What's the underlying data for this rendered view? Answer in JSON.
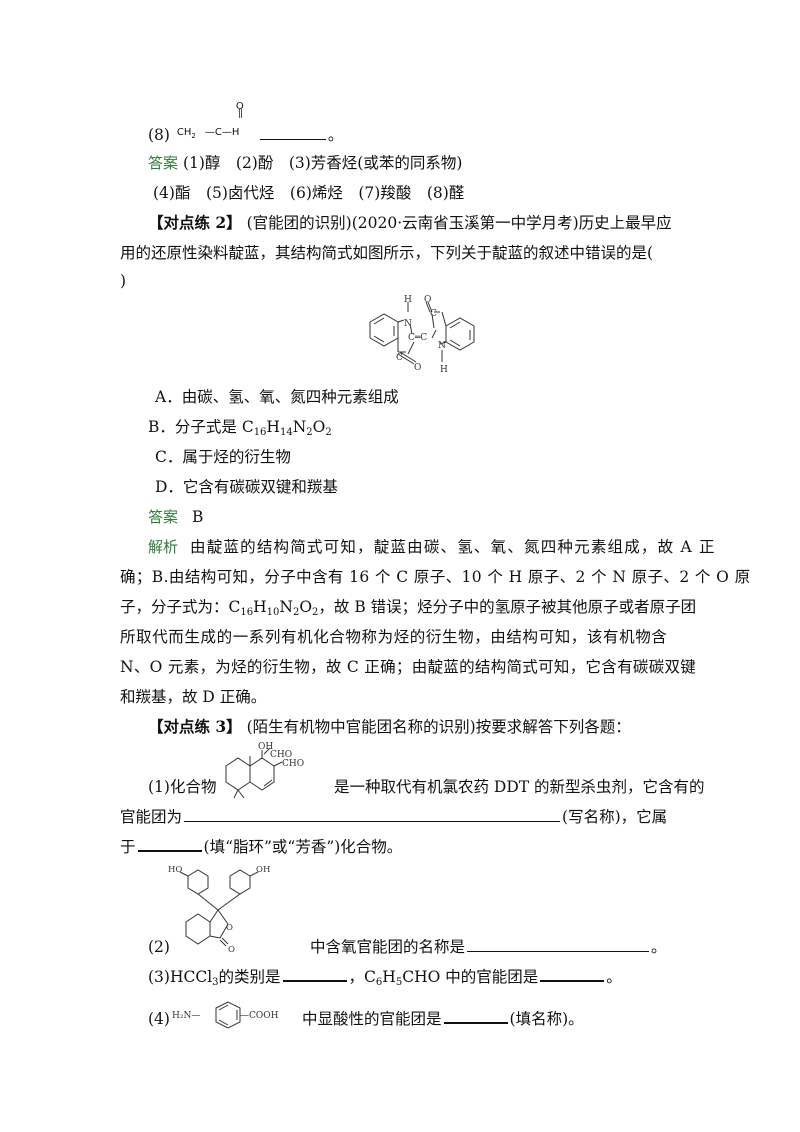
{
  "q8": {
    "label": "(8)",
    "ch": "CH",
    "sub2": "2",
    "dash1": "—C—H",
    "o": "O",
    "end": "。"
  },
  "answer1": {
    "tag": "答案",
    "line1": " (1)醇　(2)酚　(3)芳香烃(或苯的同系物)",
    "line2": "(4)酯　(5)卤代烃　(6)烯烃　(7)羧酸　(8)醛"
  },
  "ex2": {
    "tag": "【对点练 2】",
    "line1": " (官能团的识别)(2020·云南省玉溪第一中学月考)历史上最早应",
    "line2": "用的还原性染料靛蓝，其结构简式如图所示，下列关于靛蓝的叙述中错误的是(",
    "line3": ")",
    "struct": {
      "h": "H",
      "n": "N",
      "o": "O",
      "c": "C",
      "eq": "C═C"
    },
    "optA": "A．由碳、氢、氧、氮四种元素组成",
    "optB_pre": "B．分子式是 C",
    "optB_16": "16",
    "optB_h": "H",
    "optB_14": "14",
    "optB_n": "N",
    "optB_2a": "2",
    "optB_o": "O",
    "optB_2b": "2",
    "optC": "C．属于烃的衍生物",
    "optD": "D．它含有碳碳双键和羰基",
    "ans_tag": "答案",
    "ans_val": "B",
    "exp_tag": "解析",
    "exp1": "由靛蓝的结构简式可知，靛蓝由碳、氢、氧、氮四种元素组成，故 A 正",
    "exp2": "确；B.由结构可知，分子中含有 16 个 C 原子、10 个 H 原子、2 个 N 原子、2 个 O 原",
    "exp3_pre": "子，分子式为：C",
    "exp3_16": "16",
    "exp3_h": "H",
    "exp3_10": "10",
    "exp3_n": "N",
    "exp3_2a": "2",
    "exp3_o": "O",
    "exp3_2b": "2",
    "exp3_post": "，故 B 错误；烃分子中的氢原子被其他原子或者原子团",
    "exp4": "所取代而生成的一系列有机化合物称为烃的衍生物，由结构可知，该有机物含",
    "exp5": "N、O 元素，为烃的衍生物，故 C 正确；由靛蓝的结构简式可知，它含有碳碳双键",
    "exp6": "和羰基，故 D 正确。"
  },
  "ex3": {
    "tag": "【对点练 3】",
    "title": " (陌生有机物中官能团名称的识别)按要求解答下列各题：",
    "q1_pre": "(1)化合物",
    "q1_post": "是一种取代有机氯农药 DDT 的新型杀虫剂，它含有的",
    "q1_struct": {
      "oh": "OH",
      "cho1": "CHO",
      "cho2": "CHO"
    },
    "q1_l2_pre": "官能团为",
    "q1_l2_post": "(写名称)，它属",
    "q1_l3_pre": "于",
    "q1_l3_post": "(填“脂环”或“芳香”)化合物。",
    "q2_label": "(2)",
    "q2_struct": {
      "ho1": "HO",
      "oh2": "OH",
      "o_ring": "O",
      "o_keto": "O"
    },
    "q2_text": "中含氧官能团的名称是",
    "q2_end": "。",
    "q3_pre": "(3)HCCl",
    "q3_3": "3",
    "q3_mid": "的类别是",
    "q3_mid2": "，C",
    "q3_6": "6",
    "q3_h": "H",
    "q3_5": "5",
    "q3_cho": "CHO 中的官能团是",
    "q3_end": "。",
    "q4_label": "(4)",
    "q4_struct": {
      "h2n": "H₂N—",
      "cooh": "—COOH"
    },
    "q4_text": "中显酸性的官能团是",
    "q4_end": "(填名称)。"
  }
}
